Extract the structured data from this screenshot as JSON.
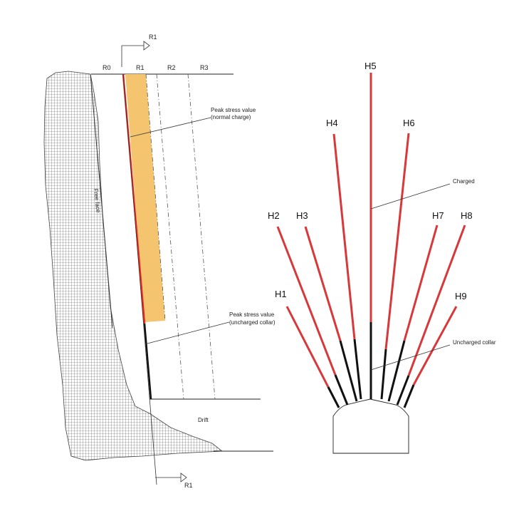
{
  "left": {
    "section_top": "R1",
    "section_bottom": "R1",
    "columns": [
      "R0",
      "R1",
      "R2",
      "R3"
    ],
    "free_face": "Free face",
    "peak_normal_line1": "Peak stress value",
    "peak_normal_line2": "(normal charge)",
    "peak_uncharged_line1": "Peak stress value",
    "peak_uncharged_line2": "(uncharged collar)",
    "drift": "Drift"
  },
  "right": {
    "holes": [
      "H1",
      "H2",
      "H3",
      "H4",
      "H5",
      "H6",
      "H7",
      "H8",
      "H9"
    ],
    "charged": "Charged",
    "uncharged": "Uncharged collar"
  },
  "colors": {
    "charged": "#d9383a",
    "uncharged": "#111111",
    "stress_zone": "#f5c46f",
    "red_line": "#e8261d"
  }
}
